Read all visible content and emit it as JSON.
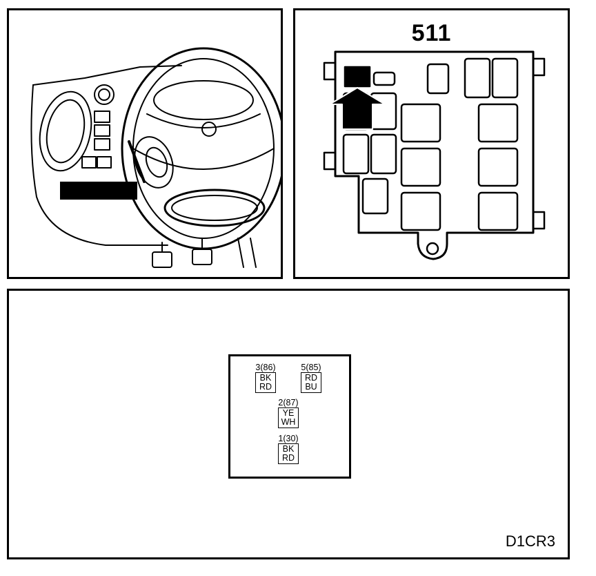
{
  "fuse_box": {
    "title": "511"
  },
  "connector": {
    "pins": [
      {
        "number": "3(86)",
        "wire_top": "BK",
        "wire_bottom": "RD"
      },
      {
        "number": "5(85)",
        "wire_top": "RD",
        "wire_bottom": "BU"
      },
      {
        "number": "2(87)",
        "wire_top": "YE",
        "wire_bottom": "WH"
      },
      {
        "number": "1(30)",
        "wire_top": "BK",
        "wire_bottom": "RD"
      }
    ]
  },
  "diagram_code": "D1CR3",
  "colors": {
    "ink": "#000000",
    "background": "#ffffff"
  }
}
